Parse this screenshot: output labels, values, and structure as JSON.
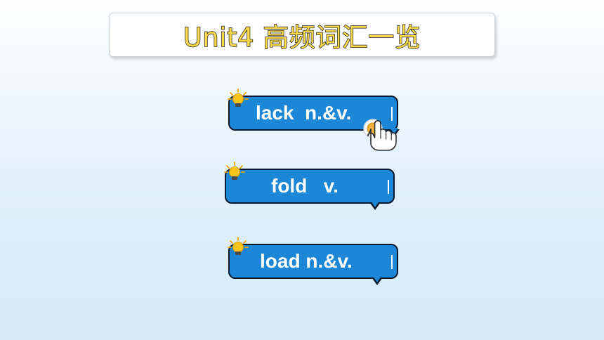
{
  "title": {
    "text": "Unit4 高频词汇一览"
  },
  "vocab_items": [
    {
      "word": "lack  n.&v."
    },
    {
      "word": "fold   v."
    },
    {
      "word": "load n.&v."
    }
  ],
  "colors": {
    "bubble_fill": "#1d87d7",
    "bubble_border": "#0b1b2e",
    "title_fill": "#fcd94a",
    "bulb": "#f7c41a"
  },
  "icons": {
    "bulb": "lightbulb-icon",
    "pointer": "pointing-hand-icon"
  }
}
